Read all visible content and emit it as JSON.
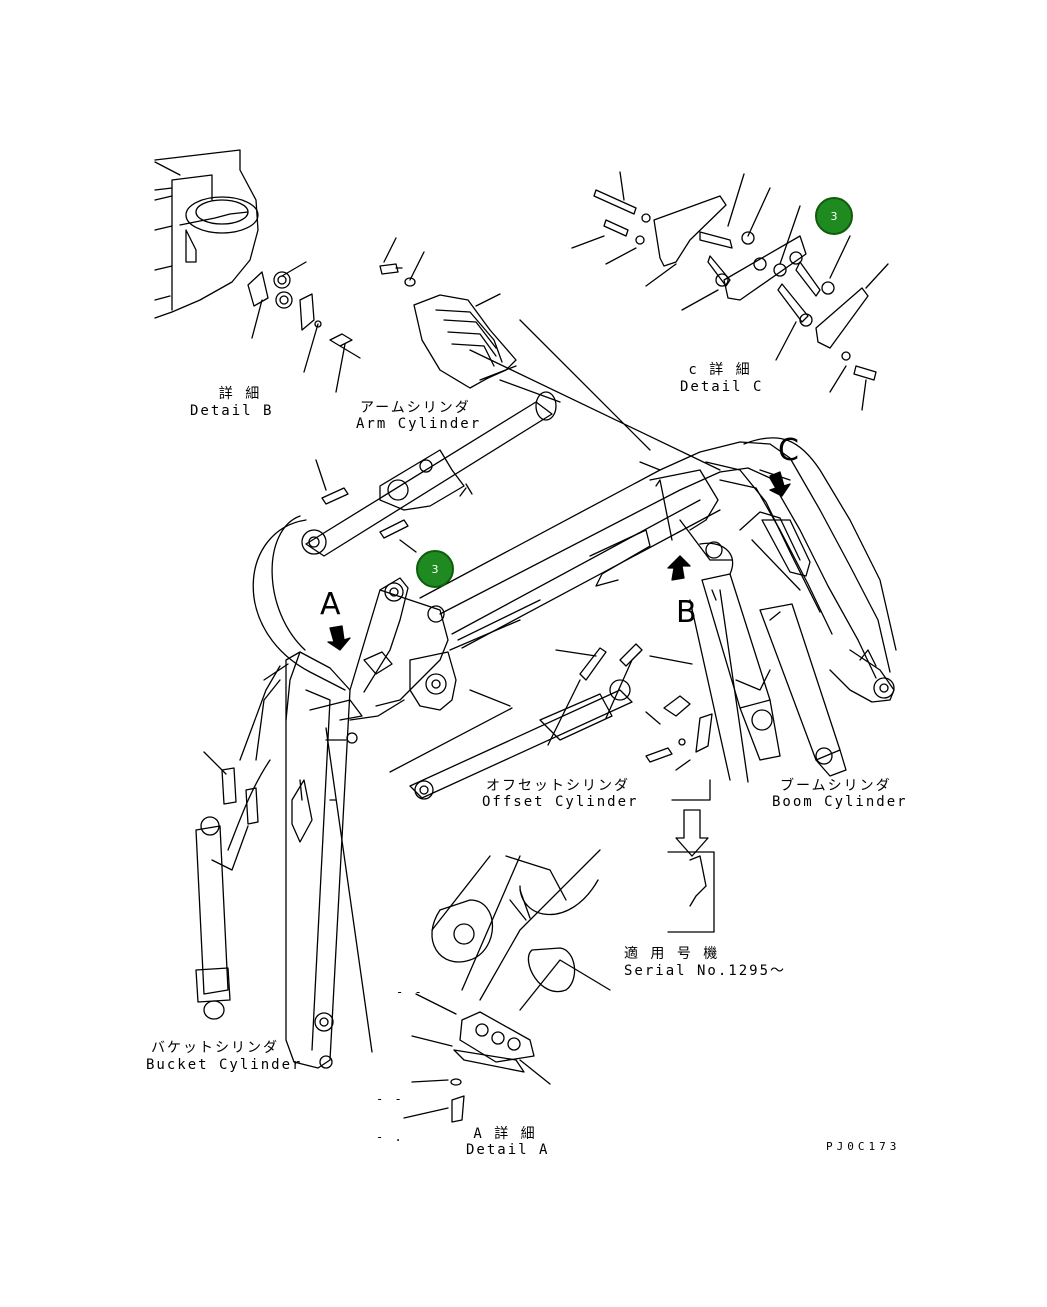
{
  "labels": {
    "detail_b_jp": "詳 細",
    "detail_b_en": "Detail B",
    "arm_cyl_jp": "アームシリンダ",
    "arm_cyl_en": "Arm Cylinder",
    "detail_c_jp": "c 詳 細",
    "detail_c_en": "Detail C",
    "offset_cyl_jp": "オフセットシリンダ",
    "offset_cyl_en": "Offset Cylinder",
    "boom_cyl_jp": "ブームシリンダ",
    "boom_cyl_en": "Boom Cylinder",
    "bucket_cyl_jp": "バケットシリンダ",
    "bucket_cyl_en": "Bucket Cylinder",
    "serial_jp": "適 用 号 機",
    "serial_en": "Serial No.1295～",
    "detail_a_jp": "A 詳 細",
    "detail_a_en": "Detail A",
    "view_a": "A",
    "view_b": "B",
    "view_c": "C",
    "drawing_code": "PJ0C173"
  },
  "callouts": {
    "callout_1": "3",
    "callout_2": "3"
  },
  "dashes": {
    "d1": "- -",
    "d2": "- -",
    "d3": "- ."
  },
  "colors": {
    "callout_fill": "#1f8a1f",
    "line": "#000000",
    "background": "#ffffff"
  }
}
